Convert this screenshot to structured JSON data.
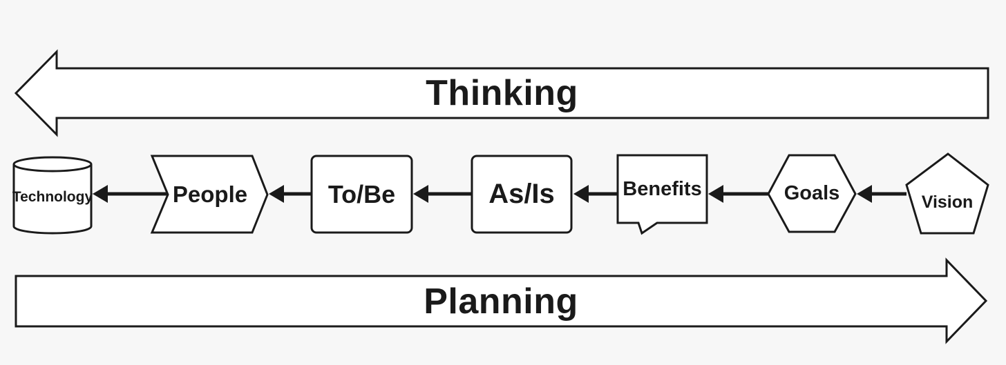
{
  "colors": {
    "background": "#f7f7f7",
    "shape_fill": "#ffffff",
    "stroke": "#1a1a1a",
    "text": "#1a1a1a"
  },
  "banners": {
    "top": {
      "label": "Thinking",
      "direction": "left"
    },
    "bottom": {
      "label": "Planning",
      "direction": "right"
    }
  },
  "flow": {
    "connector_direction": "left",
    "order": "right-to-left: Vision, Goals, Benefits, As/Is, To/Be, People, Technology",
    "nodes": [
      {
        "label": "Technology",
        "shape": "cylinder"
      },
      {
        "label": "People",
        "shape": "chevron"
      },
      {
        "label": "To/Be",
        "shape": "rounded-rectangle"
      },
      {
        "label": "As/Is",
        "shape": "rounded-rectangle"
      },
      {
        "label": "Benefits",
        "shape": "speech-callout"
      },
      {
        "label": "Goals",
        "shape": "hexagon"
      },
      {
        "label": "Vision",
        "shape": "pentagon"
      }
    ]
  }
}
